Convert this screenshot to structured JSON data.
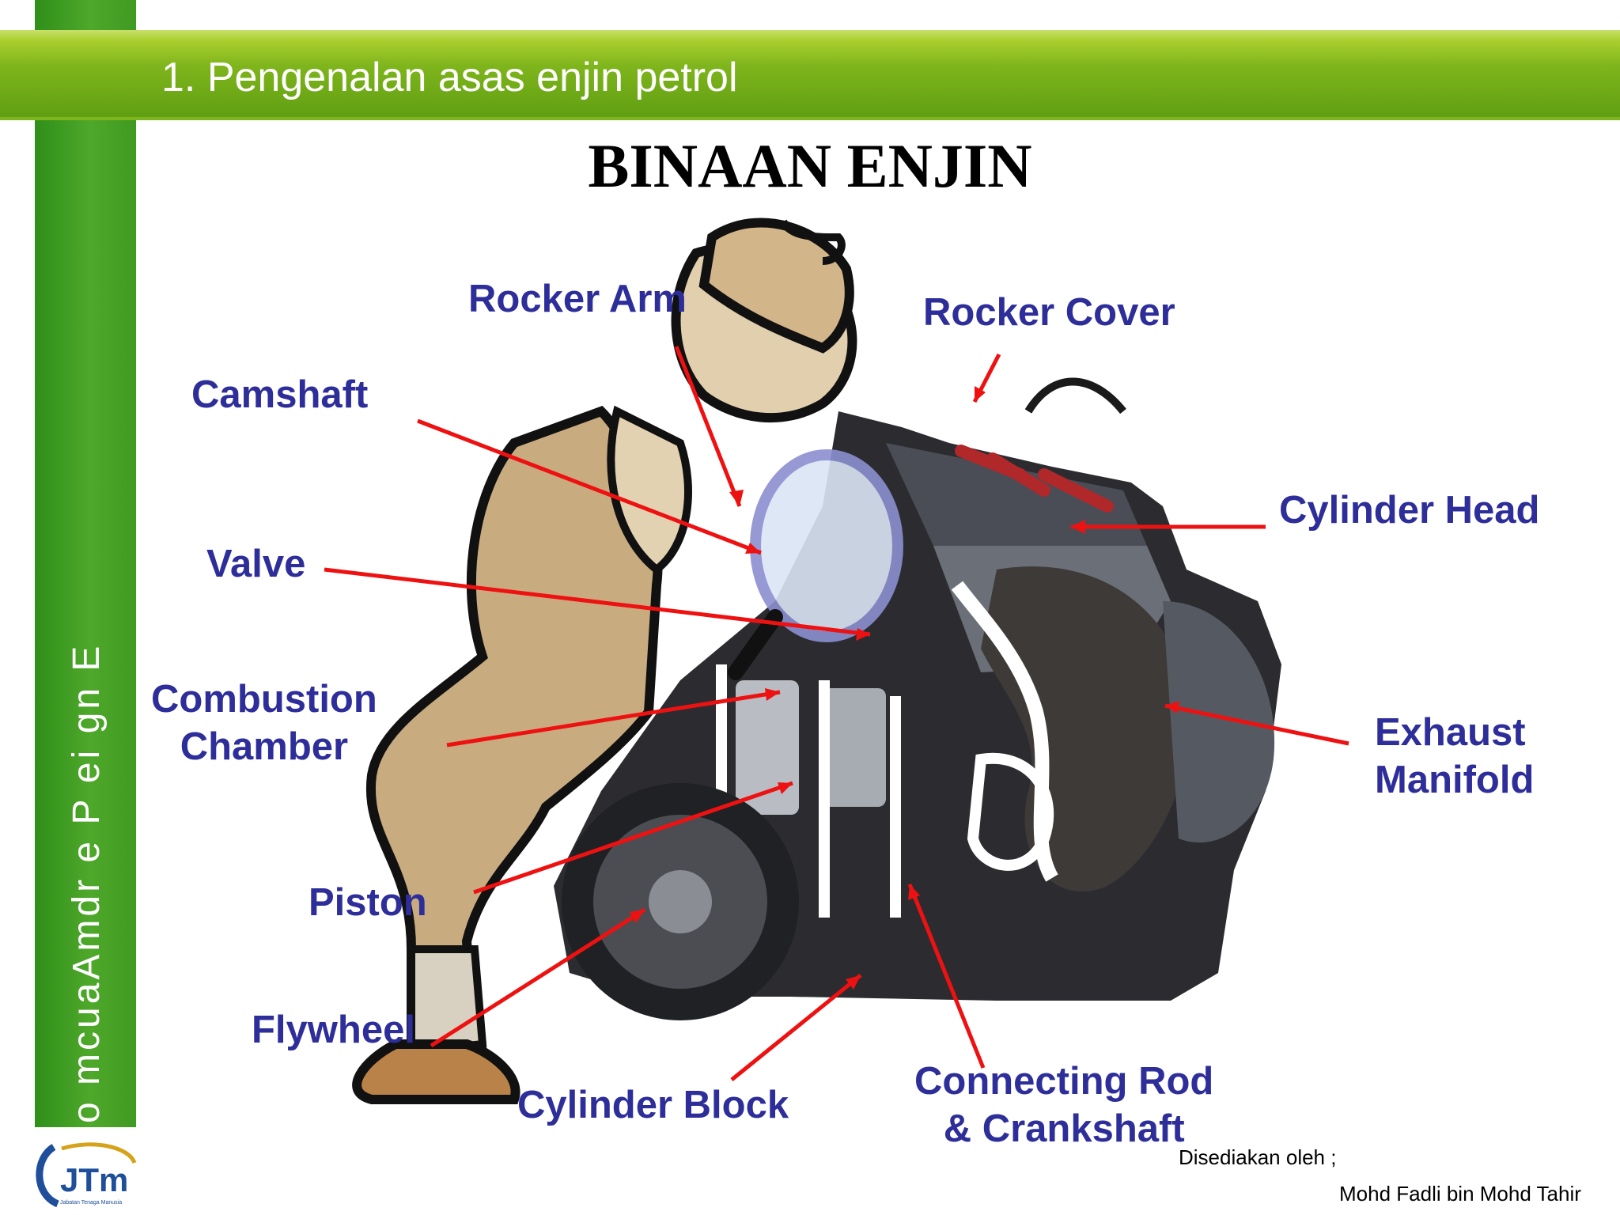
{
  "header": {
    "title": "1. Pengenalan asas enjin petrol"
  },
  "slide": {
    "title": "BINAAN ENJIN"
  },
  "sidebar": {
    "vertical_text": "o mcuaAmdr e P ei gn E"
  },
  "labels": {
    "rocker_arm": "Rocker Arm",
    "rocker_cover": "Rocker Cover",
    "camshaft": "Camshaft",
    "cylinder_head": "Cylinder Head",
    "valve": "Valve",
    "combustion_line1": "Combustion",
    "combustion_line2": "Chamber",
    "exhaust_line1": "Exhaust",
    "exhaust_line2": "Manifold",
    "piston": "Piston",
    "flywheel": "Flywheel",
    "cylinder_block": "Cylinder Block",
    "conrod_line1": "Connecting Rod",
    "conrod_line2": "& Crankshaft"
  },
  "footer": {
    "prepared_by": "Disediakan oleh ;",
    "author": "Mohd Fadli bin Mohd Tahir"
  },
  "logo": {
    "text": "JTm",
    "subtext": "Jabatan Tenaga Manusia"
  },
  "colors": {
    "brand_green": "#4ea82a",
    "label_blue": "#2e2e9a",
    "arrow_red": "#ee1111"
  }
}
